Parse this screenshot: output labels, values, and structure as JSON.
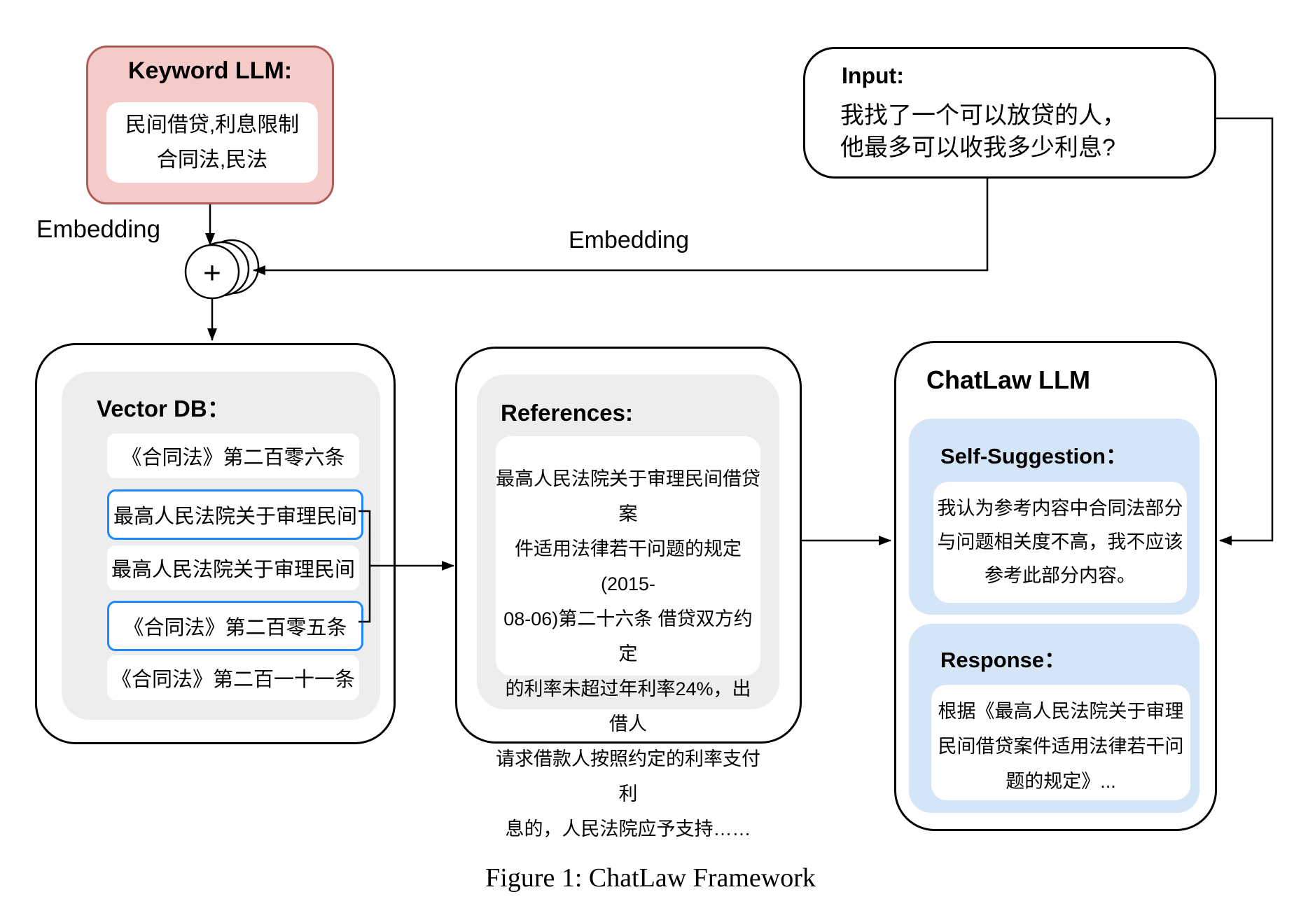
{
  "keyword_llm": {
    "title": "Keyword LLM:",
    "lines": [
      "民间借贷,利息限制",
      "合同法,民法"
    ]
  },
  "input": {
    "title": "Input:",
    "lines": [
      "我找了一个可以放贷的人，",
      "他最多可以收我多少利息?"
    ]
  },
  "labels": {
    "embedding_left": "Embedding",
    "embedding_mid": "Embedding",
    "plus": "+"
  },
  "vector_db": {
    "title": "Vector DB：",
    "items": [
      {
        "text": "《合同法》第二百零六条",
        "highlighted": false
      },
      {
        "text": "最高人民法院关于审理民间",
        "highlighted": true
      },
      {
        "text": "最高人民法院关于审理民间",
        "highlighted": false
      },
      {
        "text": "《合同法》第二百零五条",
        "highlighted": true
      },
      {
        "text": "《合同法》第二百一十一条",
        "highlighted": false
      }
    ]
  },
  "references": {
    "title": "References:",
    "lines": [
      "最高人民法院关于审理民间借贷案",
      "件适用法律若干问题的规定(2015-",
      "08-06)第二十六条 借贷双方约定",
      "的利率未超过年利率24%，出借人",
      "请求借款人按照约定的利率支付利",
      "息的，人民法院应予支持……"
    ]
  },
  "chatlaw": {
    "title": "ChatLaw LLM",
    "self_suggestion": {
      "title": "Self-Suggestion：",
      "lines": [
        "我认为参考内容中合同法部分",
        "与问题相关度不高，我不应该",
        "参考此部分内容。"
      ]
    },
    "response": {
      "title": "Response：",
      "lines": [
        "根据《最高人民法院关于审理",
        "民间借贷案件适用法律若干问",
        "题的规定》..."
      ]
    }
  },
  "caption": "Figure 1: ChatLaw Framework",
  "colors": {
    "keyword_fill": "#f4cbc8",
    "keyword_border": "#b05c57",
    "highlight_border": "#1e88ff",
    "blue_fill": "#d5e5f8",
    "panel_gray": "#ededed",
    "line": "#000000"
  }
}
